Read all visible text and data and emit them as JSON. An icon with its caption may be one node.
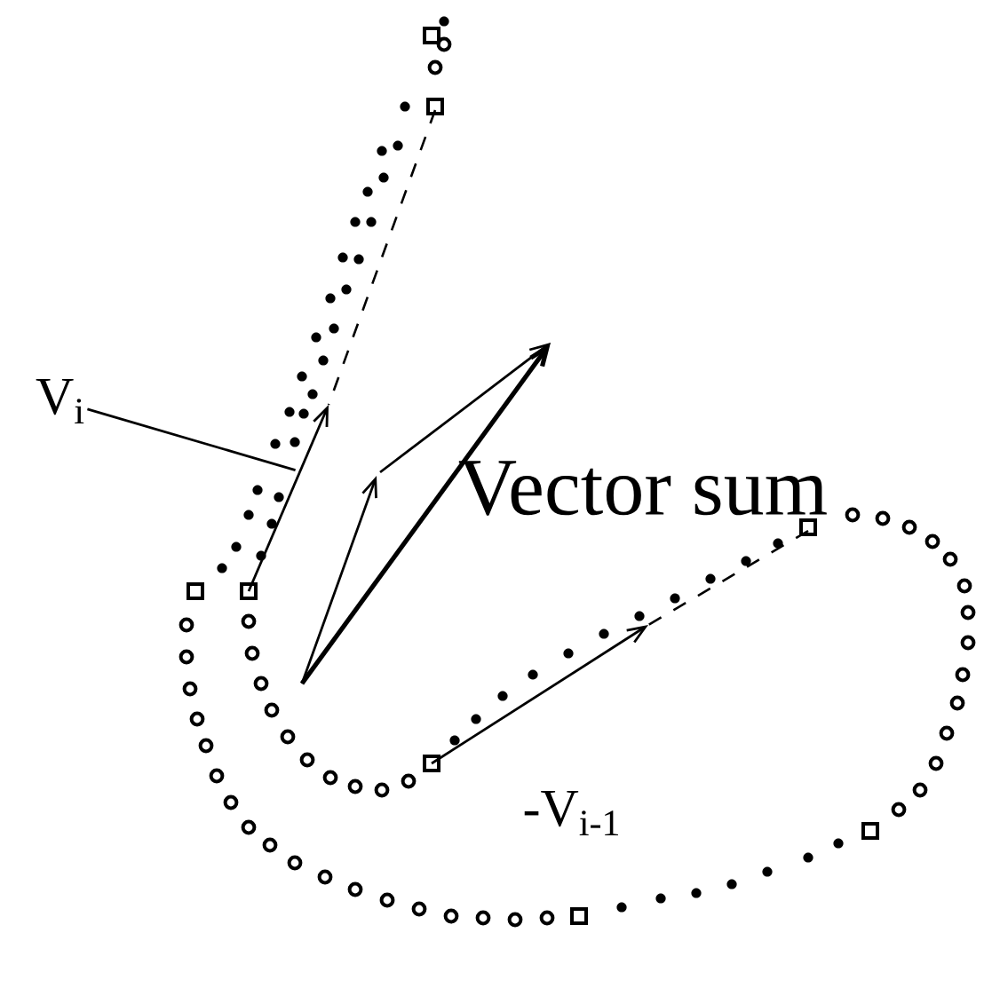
{
  "diagram": {
    "nodes": [
      {
        "text": [
          "V$_{i}$"
        ]
      },
      {
        "text": [],
        "shape": "arrow"
      }
    ],
    "edges": [
      {
        "from": 0,
        "to": 1,
        "arrow": "none"
      }
    ],
    "labels": [
      "Vector sum",
      "-V$_{i-1}$"
    ]
  }
}
